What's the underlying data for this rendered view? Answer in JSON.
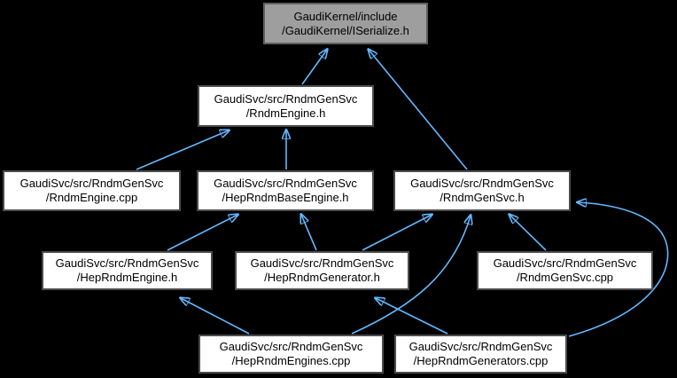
{
  "diagram": {
    "type": "include-dependency-graph",
    "colors": {
      "background": "#000000",
      "edge": "#63b8ff",
      "node_fill": "#ffffff",
      "node_border": "#4c4c4c",
      "root_fill": "#9e9e9e",
      "root_border": "#5e5e5e",
      "text": "#000000"
    },
    "nodes": {
      "iserialize": {
        "line1": "GaudiKernel/include",
        "line2": "/GaudiKernel/ISerialize.h"
      },
      "rndmengine_h": {
        "line1": "GaudiSvc/src/RndmGenSvc",
        "line2": "/RndmEngine.h"
      },
      "rndmengine_cpp": {
        "line1": "GaudiSvc/src/RndmGenSvc",
        "line2": "/RndmEngine.cpp"
      },
      "heprndmbaseengine_h": {
        "line1": "GaudiSvc/src/RndmGenSvc",
        "line2": "/HepRndmBaseEngine.h"
      },
      "rndmgensvc_h": {
        "line1": "GaudiSvc/src/RndmGenSvc",
        "line2": "/RndmGenSvc.h"
      },
      "heprndmengine_h": {
        "line1": "GaudiSvc/src/RndmGenSvc",
        "line2": "/HepRndmEngine.h"
      },
      "heprndmgenerator_h": {
        "line1": "GaudiSvc/src/RndmGenSvc",
        "line2": "/HepRndmGenerator.h"
      },
      "rndmgensvc_cpp": {
        "line1": "GaudiSvc/src/RndmGenSvc",
        "line2": "/RndmGenSvc.cpp"
      },
      "heprndmengines_cpp": {
        "line1": "GaudiSvc/src/RndmGenSvc",
        "line2": "/HepRndmEngines.cpp"
      },
      "heprndmgenerators_cpp": {
        "line1": "GaudiSvc/src/RndmGenSvc",
        "line2": "/HepRndmGenerators.cpp"
      }
    },
    "edges": [
      {
        "tail": "rndmengine_h",
        "head": "iserialize"
      },
      {
        "tail": "rndmgensvc_h",
        "head": "iserialize"
      },
      {
        "tail": "rndmengine_cpp",
        "head": "rndmengine_h"
      },
      {
        "tail": "heprndmbaseengine_h",
        "head": "rndmengine_h"
      },
      {
        "tail": "heprndmengine_h",
        "head": "heprndmbaseengine_h"
      },
      {
        "tail": "heprndmgenerator_h",
        "head": "heprndmbaseengine_h"
      },
      {
        "tail": "heprndmgenerator_h",
        "head": "rndmgensvc_h"
      },
      {
        "tail": "rndmgensvc_cpp",
        "head": "rndmgensvc_h"
      },
      {
        "tail": "heprndmengines_cpp",
        "head": "rndmgensvc_h"
      },
      {
        "tail": "heprndmengines_cpp",
        "head": "heprndmengine_h"
      },
      {
        "tail": "heprndmgenerators_cpp",
        "head": "heprndmgenerator_h"
      },
      {
        "tail": "heprndmgenerators_cpp",
        "head": "rndmgensvc_h"
      }
    ]
  }
}
